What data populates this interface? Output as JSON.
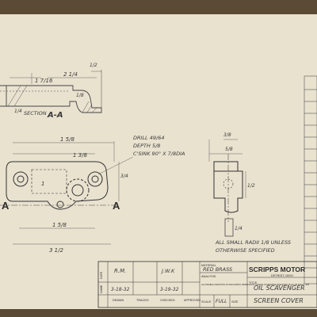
{
  "drawing": {
    "section_label": "SECTION",
    "section_id": "A-A",
    "marker_left": "A",
    "marker_right": "A",
    "notes": {
      "drill_line1": "DRILL 49/64",
      "drill_line2": "DEPTH 5/8",
      "drill_line3": "C'SINK 90° X 7/8DIA",
      "radii_line1": "ALL SMALL RADII 1/8 UNLESS",
      "radii_line2": "OTHERWISE SPECIFIED"
    },
    "dimensions": {
      "d1": "1 7/16",
      "d2": "2 1/4",
      "d3": "1/2",
      "d4": "1/8",
      "d5": "1/4",
      "d6": "1 5/8",
      "d7": "1 3/8",
      "d8": "1",
      "d9": "3/4",
      "d10": "1 5/8",
      "d11": "3 1/2",
      "d12": "3/8",
      "d13": "5/8",
      "d14": "1/2",
      "d15": "1/4"
    }
  },
  "title_block": {
    "company": "SCRIPPS MOTOR",
    "company_sub": "DETROIT, MICH",
    "material_label": "MATERIAL",
    "material_value": "RED BRASS",
    "title_label": "TITLE",
    "title_line1": "OIL SCAVENGER",
    "title_line2": "SCREEN COVER",
    "drawn_by": "R.M.",
    "checked_by": "J.W.K",
    "date_drawn": "3-18-32",
    "date_checked": "3-19-32",
    "scale_label": "SCALE",
    "scale_value": "FULL",
    "col_drawn": "DRAWN",
    "col_traced": "TRACED",
    "col_checked": "CHECKED",
    "col_approved": "APPROVED",
    "col_scale": "SCALE",
    "col_size": "SIZE",
    "row_name": "NAME",
    "row_date": "DATE",
    "tolerance_note": "ALLOWABLE VARIATION ON MACHINING DIMENSIONS UNLESS OTHERWISE SPECIFIED PLUS OR MINUS .005"
  }
}
